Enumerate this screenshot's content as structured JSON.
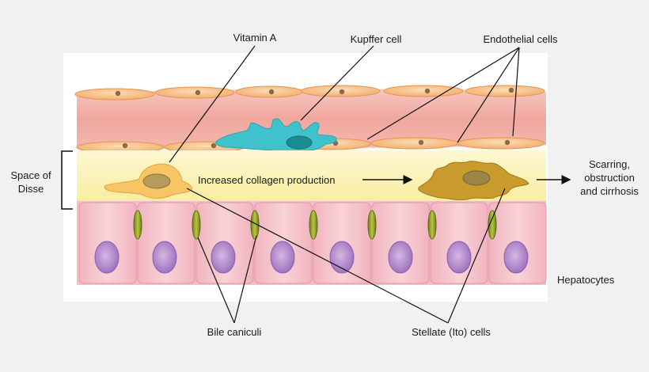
{
  "labels": {
    "vitamin_a": "Vitamin A",
    "kupffer_cell": "Kupffer cell",
    "endothelial_cells": "Endothelial cells",
    "space_of_disse_line1": "Space of",
    "space_of_disse_line2": "Disse",
    "collagen": "Increased collagen production",
    "scarring_line1": "Scarring,",
    "scarring_line2": "obstruction",
    "scarring_line3": "and cirrhosis",
    "hepatocytes": "Hepatocytes",
    "bile_canaliculi": "Bile caniculi",
    "stellate_cells": "Stellate (Ito) cells"
  },
  "colors": {
    "background": "#f1f1f1",
    "panel": "#ffffff",
    "endothelium": "#f3b1a9",
    "endothelial_cell": "#f7c99a",
    "space_of_disse": "#fbf3b8",
    "hepatocyte": "#f6c4cb",
    "hepatocyte_nucleus": "#b98fd0",
    "kupffer": "#3fc2cc",
    "stellate_quiescent": "#f6c56a",
    "stellate_activated": "#c79a2c",
    "bile_canaliculus": "#9bab2c"
  }
}
